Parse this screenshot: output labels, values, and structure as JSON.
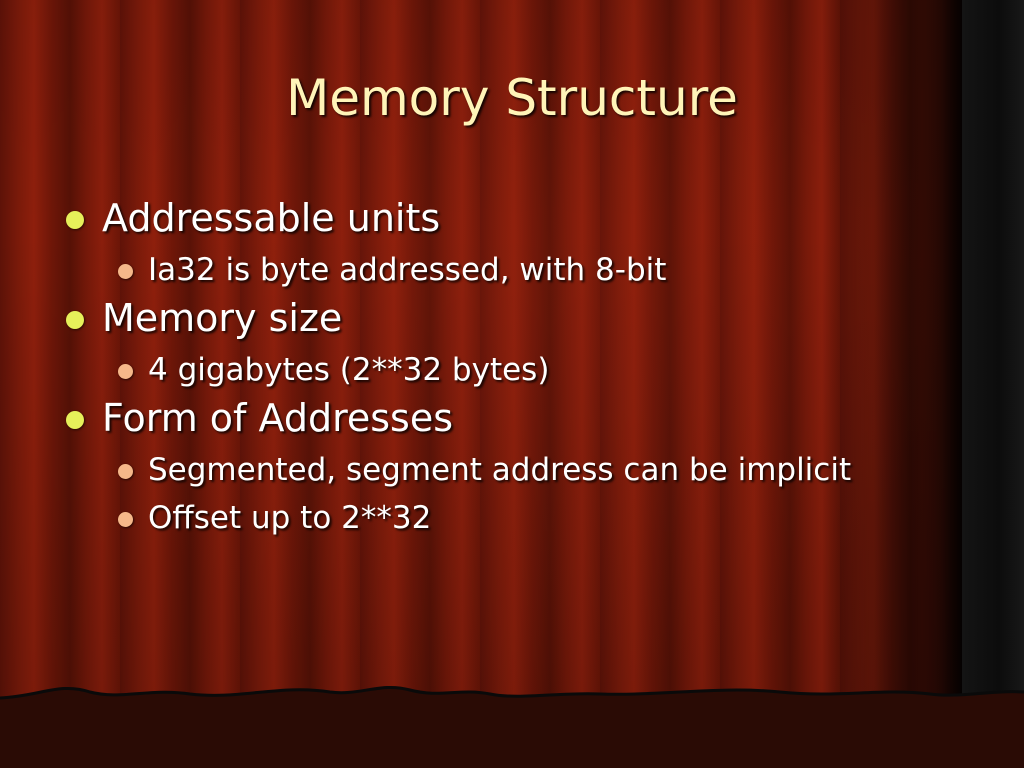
{
  "slide": {
    "title": "Memory Structure",
    "bullet_colors": {
      "level1": "#e6f05a",
      "level2": "#f5b88a"
    },
    "items": [
      {
        "text": "Addressable units",
        "level": 1
      },
      {
        "text": "Ia32 is byte addressed, with 8-bit",
        "level": 2
      },
      {
        "text": "Memory size",
        "level": 1
      },
      {
        "text": "4 gigabytes (2**32 bytes)",
        "level": 2
      },
      {
        "text": "Form of Addresses",
        "level": 1
      },
      {
        "text": "Segmented, segment address can be implicit",
        "level": 2
      },
      {
        "text": "Offset up to 2**32",
        "level": 2
      }
    ]
  }
}
